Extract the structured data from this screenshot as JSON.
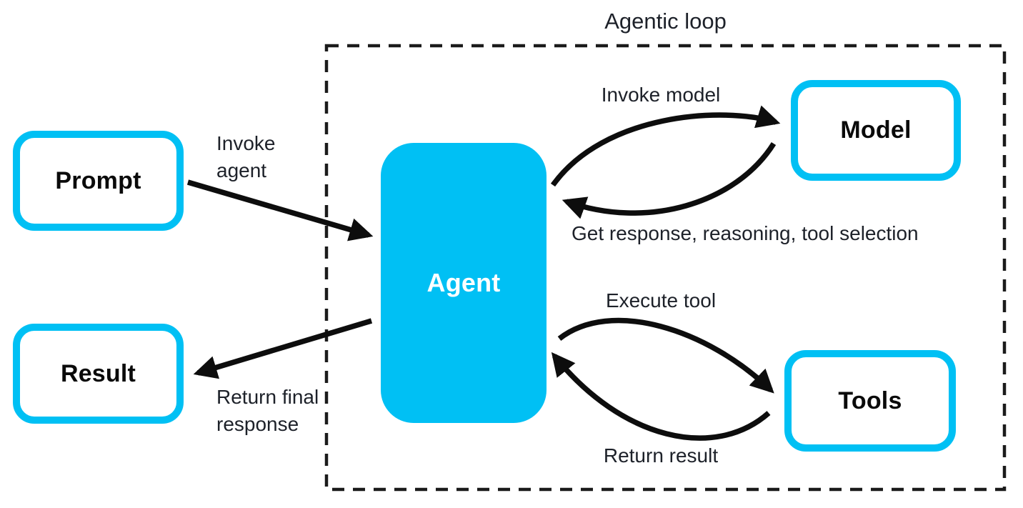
{
  "title": "Agentic loop",
  "colors": {
    "accent": "#00c0f4",
    "ink": "#1d2129",
    "arrow": "#0d0d0d",
    "node_fill": "#ffffff",
    "agent_fill": "#00c0f4",
    "agent_text": "#ffffff"
  },
  "nodes": {
    "prompt": {
      "label": "Prompt"
    },
    "result": {
      "label": "Result"
    },
    "agent": {
      "label": "Agent"
    },
    "model": {
      "label": "Model"
    },
    "tools": {
      "label": "Tools"
    }
  },
  "edges": {
    "invoke_agent": {
      "label": "Invoke agent",
      "from": "Prompt",
      "to": "Agent"
    },
    "return_final_response": {
      "label": "Return final response",
      "from": "Agent",
      "to": "Result"
    },
    "invoke_model": {
      "label": "Invoke model",
      "from": "Agent",
      "to": "Model"
    },
    "get_response": {
      "label": "Get response, reasoning, tool selection",
      "from": "Model",
      "to": "Agent"
    },
    "execute_tool": {
      "label": "Execute tool",
      "from": "Agent",
      "to": "Tools"
    },
    "return_result": {
      "label": "Return result",
      "from": "Tools",
      "to": "Agent"
    }
  },
  "boundary": {
    "label": "Agentic loop",
    "style": "dashed"
  }
}
